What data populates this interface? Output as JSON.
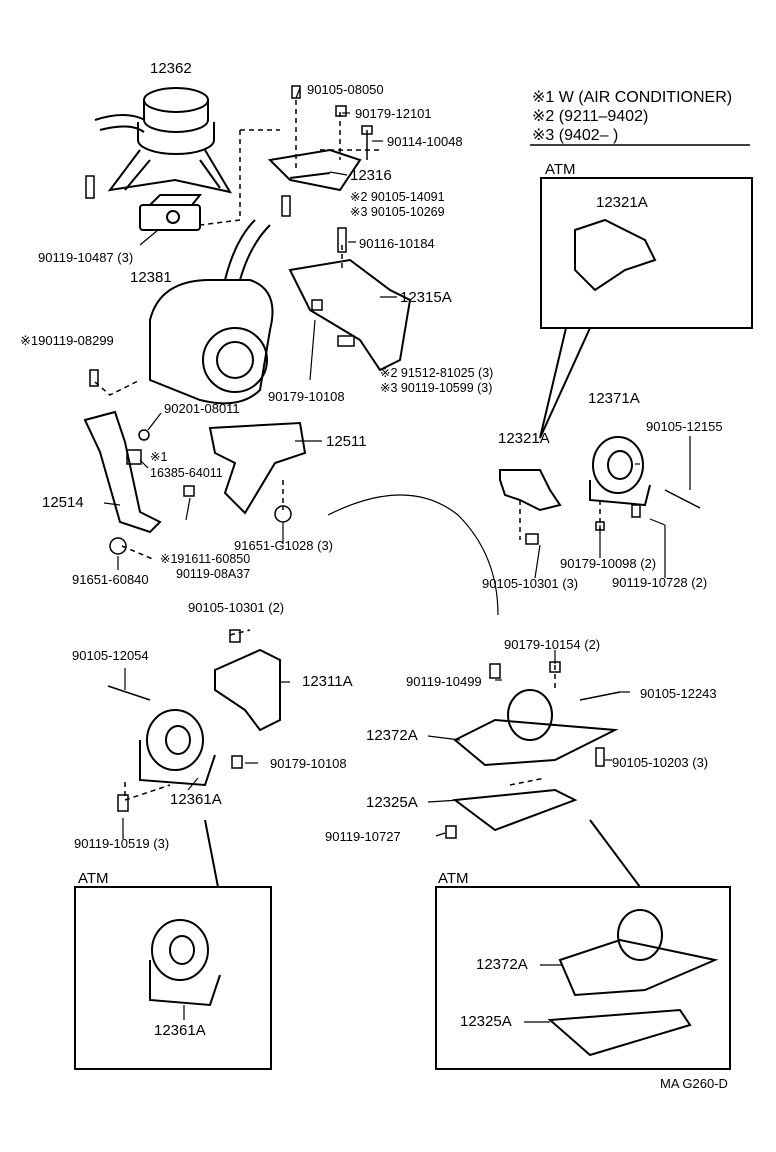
{
  "legend": {
    "l1": "※1 W (AIR CONDITIONER)",
    "l2": "※2 (9211–9402)",
    "l3": "※3 (9402–        )"
  },
  "atm_label": "ATM",
  "footer_code": "MA G260-D",
  "parts": {
    "p12362": "12362",
    "p90105_08050": "90105-08050",
    "p90179_12101": "90179-12101",
    "p90114_10048": "90114-10048",
    "p12316": "12316",
    "p90105_14091": "※2 90105-14091",
    "p90105_10269": "※3 90105-10269",
    "p90116_10184": "90116-10184",
    "p12315A": "12315A",
    "p91512": "※2 91512-81025 (3)",
    "p90119_10599": "※3 90119-10599 (3)",
    "p90179_10108a": "90179-10108",
    "p90119_10487": "90119-10487 (3)",
    "p12381": "12381",
    "p90119_08299": "※190119-08299",
    "p90201_08011": "90201-08011",
    "p12511": "12511",
    "p16385": "※1\n16385-64011",
    "p12514": "12514",
    "p91611": "※191611-60850",
    "p90119_08A37": "90119-08A37",
    "p91651_G1028": "91651-G1028 (3)",
    "p91651_60840": "91651-60840",
    "p12321A_atm": "12321A",
    "p12321A": "12321A",
    "p12371A": "12371A",
    "p90105_12155": "90105-12155",
    "p90179_10098": "90179-10098 (2)",
    "p90119_10728": "90119-10728 (2)",
    "p90105_10301a": "90105-10301 (3)",
    "p90105_10301b": "90105-10301 (2)",
    "p90105_12054": "90105-12054",
    "p12311A": "12311A",
    "p90179_10154": "90179-10154 (2)",
    "p90119_10499": "90119-10499",
    "p90105_12243": "90105-12243",
    "p12372A": "12372A",
    "p90105_10203": "90105-10203 (3)",
    "p12325A": "12325A",
    "p90179_10108b": "90179-10108",
    "p12361A": "12361A",
    "p90119_10519": "90119-10519 (3)",
    "p90119_10727": "90119-10727",
    "p12361A_atm": "12361A",
    "p12372A_atm": "12372A",
    "p12325A_atm": "12325A"
  }
}
